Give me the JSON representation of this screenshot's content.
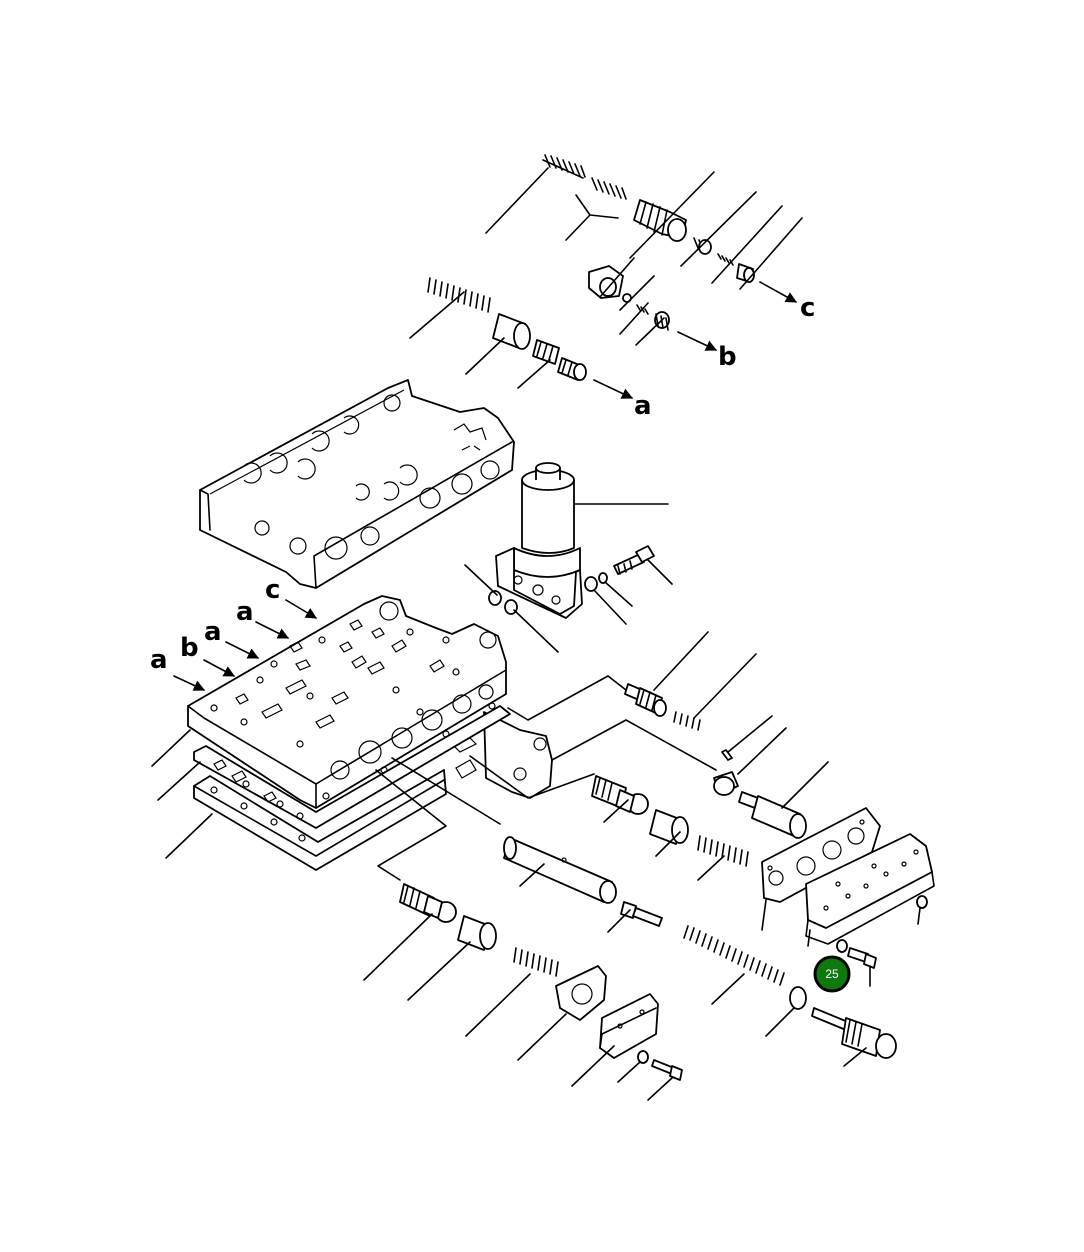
{
  "diagram": {
    "ref_letters": {
      "c_top": "c",
      "b_mid": "b",
      "a_mid": "a",
      "c_body": "c",
      "a_body1": "a",
      "a_body2": "a",
      "b_body": "b",
      "a_body3": "a"
    },
    "callout": {
      "number": "25",
      "color": "#0e7a0e",
      "border_color": "#000000",
      "text_color": "#ffffff"
    }
  }
}
